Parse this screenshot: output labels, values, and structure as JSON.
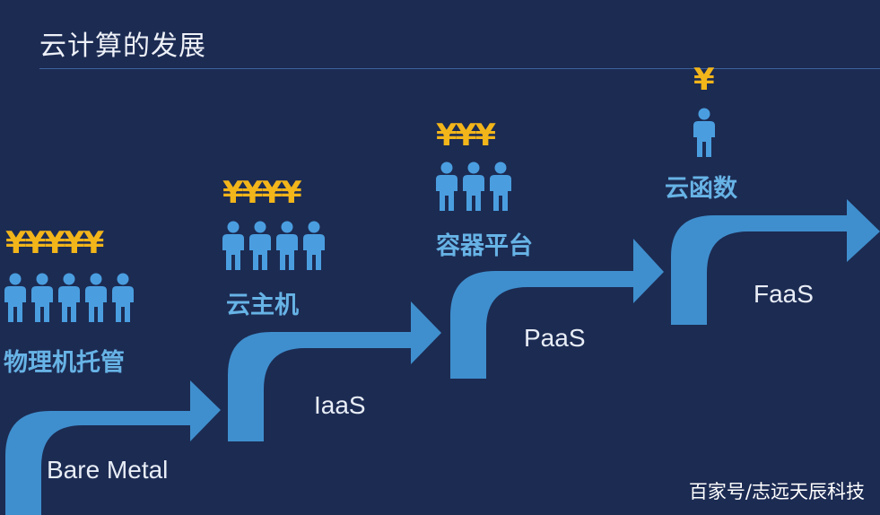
{
  "title": "云计算的发展",
  "steps": [
    {
      "label": "Bare Metal",
      "service": "物理机托管",
      "cost": "¥¥¥¥¥",
      "people": 5
    },
    {
      "label": "IaaS",
      "service": "云主机",
      "cost": "¥¥¥¥",
      "people": 4
    },
    {
      "label": "PaaS",
      "service": "容器平台",
      "cost": "¥¥¥",
      "people": 3
    },
    {
      "label": "FaaS",
      "service": "云函数",
      "cost": "¥",
      "people": 1
    }
  ],
  "watermark": "百家号/志远天辰科技",
  "colors": {
    "background": "#1c2b52",
    "arrow": "#3f8fce",
    "service_text": "#67b3e6",
    "cost": "#f2b51a",
    "person": "#4a9ee0"
  },
  "icons": {
    "person": "person-icon",
    "arrow": "bent-arrow"
  }
}
